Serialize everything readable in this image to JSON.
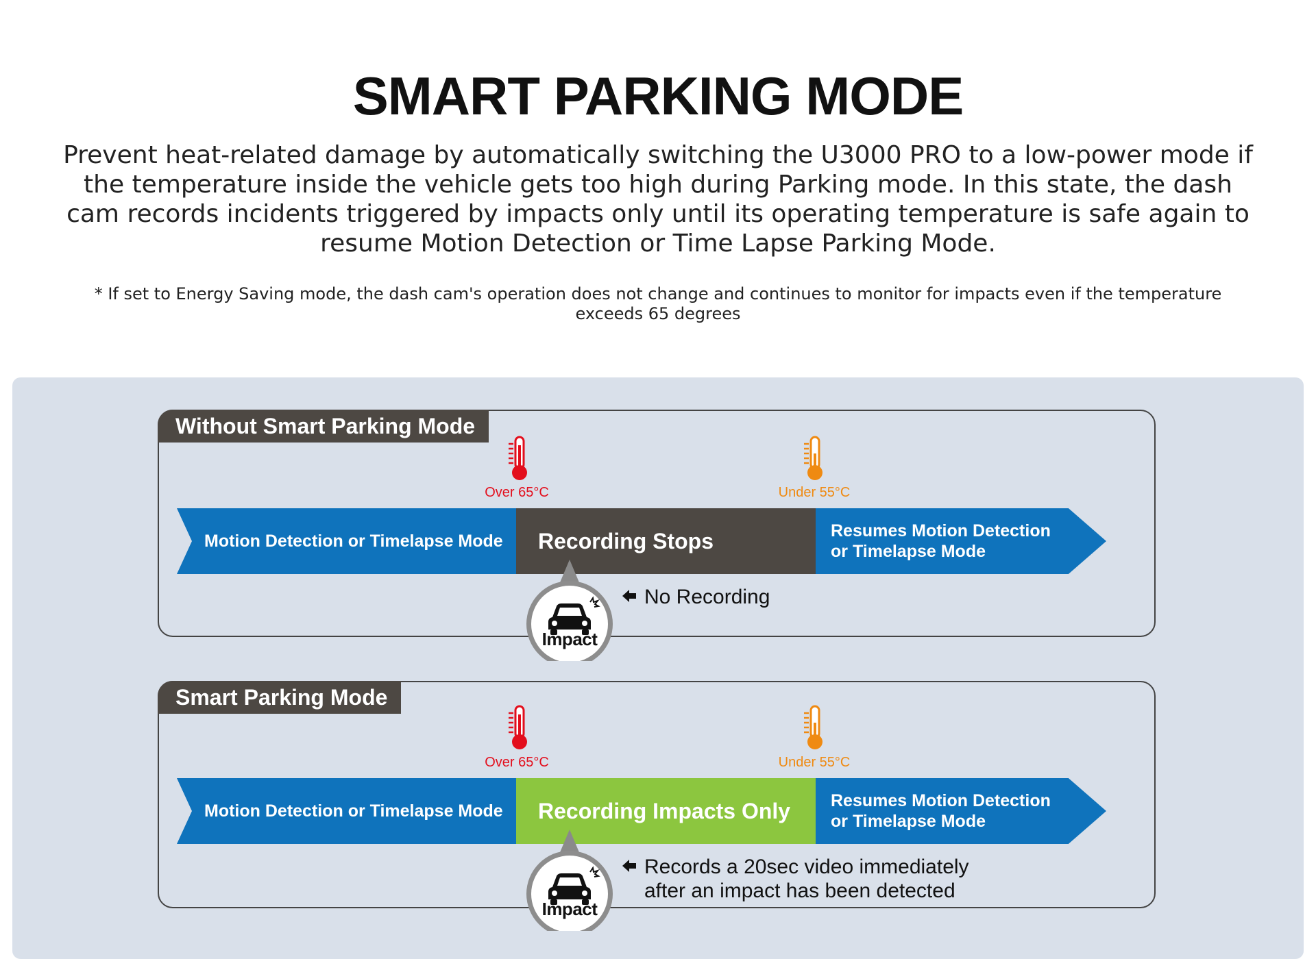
{
  "header": {
    "title": "SMART PARKING MODE",
    "description": "Prevent heat-related damage by automatically switching the U3000 PRO to a low-power mode if the temperature inside the vehicle gets too high during Parking mode. In this state, the dash cam records incidents triggered by impacts only until its operating temperature is safe again to resume Motion Detection or Time Lapse Parking Mode.",
    "note": "* If set to Energy Saving mode, the dash cam's operation does not change and continues to monitor for impacts even if the temperature exceeds 65 degrees"
  },
  "without": {
    "tab": "Without Smart Parking Mode",
    "temp_high": "Over 65°C",
    "temp_low": "Under 55°C",
    "seg_left": "Motion Detection or Timelapse Mode",
    "seg_mid": "Recording Stops",
    "seg_right": "Resumes Motion Detection or Timelapse Mode",
    "impact": "Impact",
    "callout": "No Recording"
  },
  "smart": {
    "tab": "Smart Parking Mode",
    "temp_high": "Over 65°C",
    "temp_low": "Under 55°C",
    "seg_left": "Motion Detection or Timelapse Mode",
    "seg_mid": "Recording Impacts Only",
    "seg_right": "Resumes Motion Detection or Timelapse Mode",
    "impact": "Impact",
    "callout_line1": "Records a 20sec video immediately",
    "callout_line2": "after an impact has been detected"
  },
  "colors": {
    "blue": "#0f73bc",
    "dark": "#4d4843",
    "green": "#8cc63f",
    "red": "#e30e1c",
    "orange": "#ef8a12",
    "panel": "#d9e0ea"
  },
  "icons": [
    "thermometer-hot-icon",
    "thermometer-warm-icon",
    "car-impact-icon",
    "arrow-left-icon"
  ]
}
